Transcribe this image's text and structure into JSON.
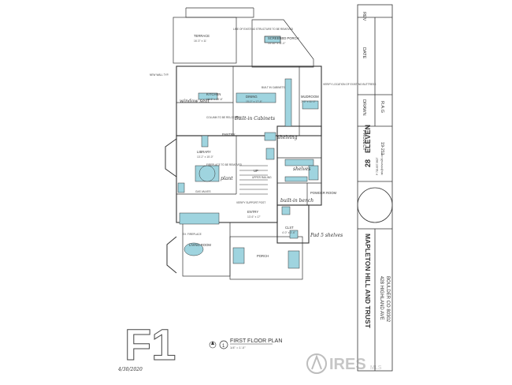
{
  "sheet": {
    "number": "F1",
    "date_handwritten": "4/30/2020",
    "title": "FIRST FLOOR PLAN",
    "scale": "1/4\" = 1'-0\""
  },
  "title_block": {
    "project_name": "MAPLETON HILL AND TRUST",
    "address_line1": "428 HIGHLAND AVE",
    "address_line2": "BOULDER CO 80302",
    "firm": "ELEVEN",
    "firm_number": "28",
    "firm_phone": "P 720.837.3827",
    "firm_email": "info@eleven28.com",
    "project_label": "PROJECT",
    "project_value": "19-211",
    "drawn_label": "DRAWN",
    "drawn_value": "R.A.G",
    "date_label": "DATE",
    "rev_label": "REV"
  },
  "rooms": {
    "terrace": "TERRACE",
    "terrace_dim": "16'-3\" x 11'",
    "screened_porch": "SCREENED PORCH",
    "screened_dim": "14'-10\" x 11'-0\"",
    "kitchen": "KITCHEN",
    "kitchen_dim": "13'-6\" x 15'-6\"",
    "dining": "DINING",
    "dining_dim": "15'-0\" x 17'-6\"",
    "mudroom": "MUDROOM",
    "mudroom_dim": "7'-6\" x 11'-0\"",
    "library": "LIBRARY",
    "library_dim": "13'-2\" x 15'-0\"",
    "entry": "ENTRY",
    "entry_dim": "13'-6\" x 17'",
    "powder": "POWDER ROOM",
    "closet": "CLST",
    "closet_dim": "4'-0\" x 3'-6\"",
    "living": "LIVING ROOM",
    "porch": "PORCH",
    "pantry": "PANTRY",
    "stairs": "UP"
  },
  "notes": {
    "n1": "LINE OF EXISTING STRUCTURE TO BE REMOVED",
    "n2": "BUILT IN CABINETS",
    "n3": "VERIFY LOCATION OF EXISTING BUTTRESS",
    "n4": "COLUMN TO BE RELOCATED",
    "n5": "FIREPLACE TO BE REMOVED",
    "n6": "GAS VALVES",
    "n7": "VERIFY SUPPORT POST",
    "n8": "UPPER RAILING",
    "n9": "NEW WALL TYP.",
    "n10": "EX. FIREPLACE"
  },
  "handwritten": {
    "h1": "shelving",
    "h2": "Built-in Cabinets",
    "h3": "plant",
    "h4": "window seat",
    "h5": "Pad 5 shelves",
    "h6": "built-in bench",
    "h7": "shelves"
  },
  "watermark": {
    "brand": "IRES",
    "sub": "MLS"
  },
  "colors": {
    "ink": "#333333",
    "blue": "#9fd4df",
    "paper": "#ffffff"
  }
}
